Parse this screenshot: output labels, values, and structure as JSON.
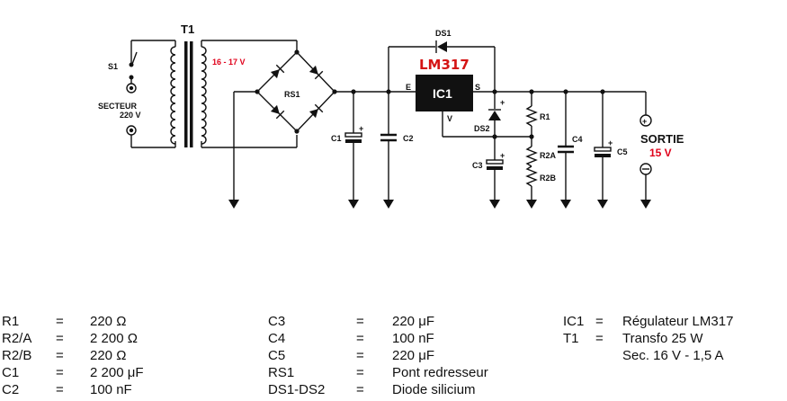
{
  "schematic": {
    "t1_label": "T1",
    "s1_label": "S1",
    "secteur_label": "SECTEUR",
    "mains_voltage": "220 V",
    "secondary_voltage": "16 - 17 V",
    "rs1_label": "RS1",
    "ds1_label": "DS1",
    "regulator_part": "LM317",
    "ic1_label": "IC1",
    "pin_e": "E",
    "pin_s": "S",
    "pin_v": "V",
    "r1_label": "R1",
    "ds2_label": "DS2",
    "c1_label": "C1",
    "c2_label": "C2",
    "c3_label": "C3",
    "c4_label": "C4",
    "c5_label": "C5",
    "r2a_label": "R2A",
    "r2b_label": "R2B",
    "sortie_label": "SORTIE",
    "output_voltage": "15 V"
  },
  "parts_list": {
    "columns": [
      [
        {
          "ref": "R1",
          "eq": "=",
          "value": "220 Ω"
        },
        {
          "ref": "R2/A",
          "eq": "=",
          "value": "2 200 Ω"
        },
        {
          "ref": "R2/B",
          "eq": "=",
          "value": "220 Ω"
        },
        {
          "ref": "C1",
          "eq": "=",
          "value": "2 200 μF"
        },
        {
          "ref": "C2",
          "eq": "=",
          "value": "100 nF"
        }
      ],
      [
        {
          "ref": "C3",
          "eq": "=",
          "value": "220 μF"
        },
        {
          "ref": "C4",
          "eq": "=",
          "value": "100 nF"
        },
        {
          "ref": "C5",
          "eq": "=",
          "value": "220 μF"
        },
        {
          "ref": "RS1",
          "eq": "=",
          "value": "Pont redresseur"
        },
        {
          "ref": "DS1-DS2",
          "eq": "=",
          "value": "Diode silicium"
        }
      ],
      [
        {
          "ref": "IC1",
          "eq": "=",
          "value": "Régulateur LM317"
        },
        {
          "ref": "T1",
          "eq": "=",
          "value": "Transfo 25 W"
        },
        {
          "ref": "",
          "eq": "",
          "value": "Sec. 16 V - 1,5 A"
        }
      ]
    ]
  },
  "colors": {
    "highlight": "#e0001a",
    "regulator_body": "#111111"
  }
}
